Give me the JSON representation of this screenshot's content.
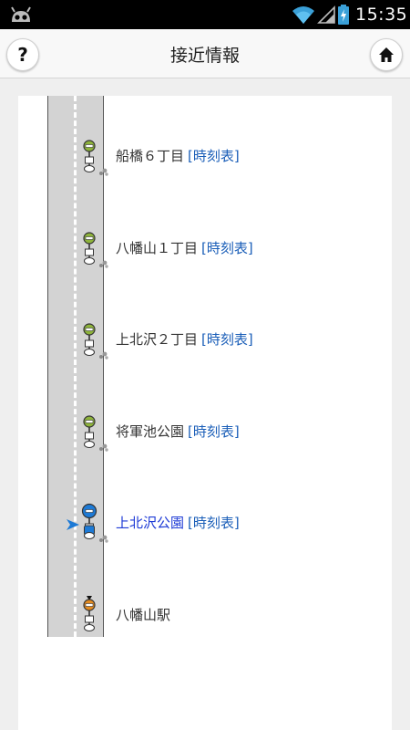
{
  "status_bar": {
    "time": "15:35",
    "icons": [
      "android-robot-icon",
      "wifi-icon",
      "signal-icon",
      "battery-charging-icon"
    ]
  },
  "header": {
    "title": "接近情報",
    "help_icon": "question-mark-icon",
    "home_icon": "home-icon"
  },
  "stops": [
    {
      "name": "船橋６丁目",
      "timetable": "[時刻表]",
      "status": "normal",
      "color": "#8db33a"
    },
    {
      "name": "八幡山１丁目",
      "timetable": "[時刻表]",
      "status": "normal",
      "color": "#8db33a"
    },
    {
      "name": "上北沢２丁目",
      "timetable": "[時刻表]",
      "status": "normal",
      "color": "#8db33a"
    },
    {
      "name": "将軍池公園",
      "timetable": "[時刻表]",
      "status": "normal",
      "color": "#8db33a"
    },
    {
      "name": "上北沢公園",
      "timetable": "[時刻表]",
      "status": "current",
      "color": "#1d7ad6"
    },
    {
      "name": "八幡山駅",
      "timetable": "",
      "status": "destination",
      "color": "#e38a1f"
    }
  ],
  "colors": {
    "accent_blue": "#1a5eb8",
    "current_stop": "#1e3bd6",
    "road": "#d3d3d3"
  }
}
